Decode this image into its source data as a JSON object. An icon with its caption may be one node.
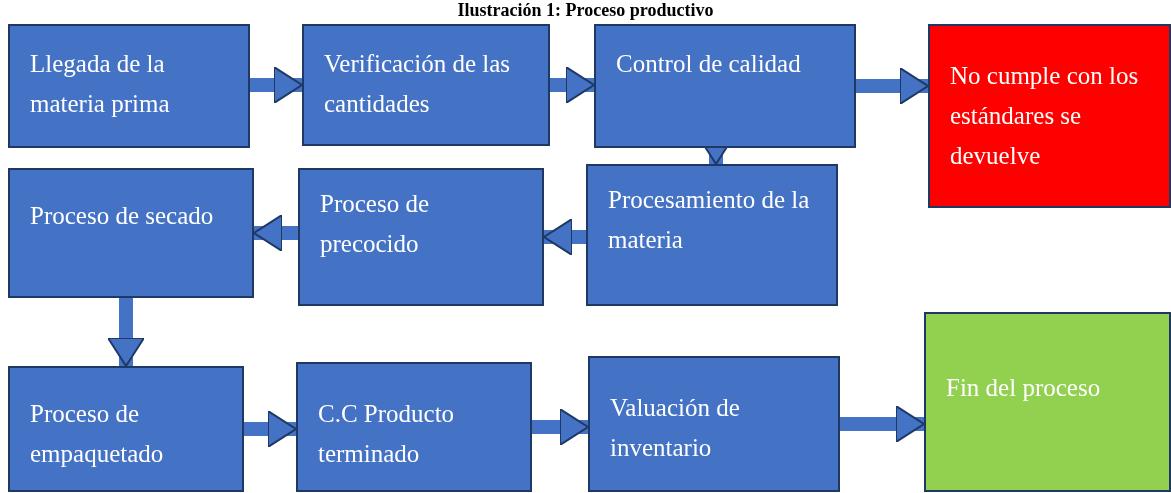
{
  "diagram": {
    "title": "Ilustración 1: Proceso productivo",
    "nodes": [
      {
        "text": [
          "Llegada de la materia prima"
        ]
      },
      {
        "text": [
          "Verificación de las cantidades"
        ]
      },
      {
        "text": [
          "Control de calidad"
        ]
      },
      {
        "text": [
          "No cumple con los estándares se devuelve"
        ]
      },
      {
        "text": [
          "Procesamiento de la materia"
        ]
      },
      {
        "text": [
          "Proceso de precocido"
        ]
      },
      {
        "text": [
          "Proceso de secado"
        ]
      },
      {
        "text": [
          "Proceso de empaquetado"
        ]
      },
      {
        "text": [
          "C.C Producto terminado"
        ]
      },
      {
        "text": [
          "Valuación de inventario"
        ]
      },
      {
        "text": [
          "Fin del proceso"
        ]
      }
    ],
    "edges": [
      {
        "from": 0,
        "to": 1,
        "arrow": "to"
      },
      {
        "from": 1,
        "to": 2,
        "arrow": "to"
      },
      {
        "from": 2,
        "to": 3,
        "arrow": "to"
      },
      {
        "from": 2,
        "to": 4,
        "arrow": "to"
      },
      {
        "from": 4,
        "to": 5,
        "arrow": "to"
      },
      {
        "from": 5,
        "to": 6,
        "arrow": "to"
      },
      {
        "from": 6,
        "to": 7,
        "arrow": "to"
      },
      {
        "from": 7,
        "to": 8,
        "arrow": "to"
      },
      {
        "from": 8,
        "to": 9,
        "arrow": "to"
      },
      {
        "from": 9,
        "to": 10,
        "arrow": "to"
      }
    ]
  }
}
